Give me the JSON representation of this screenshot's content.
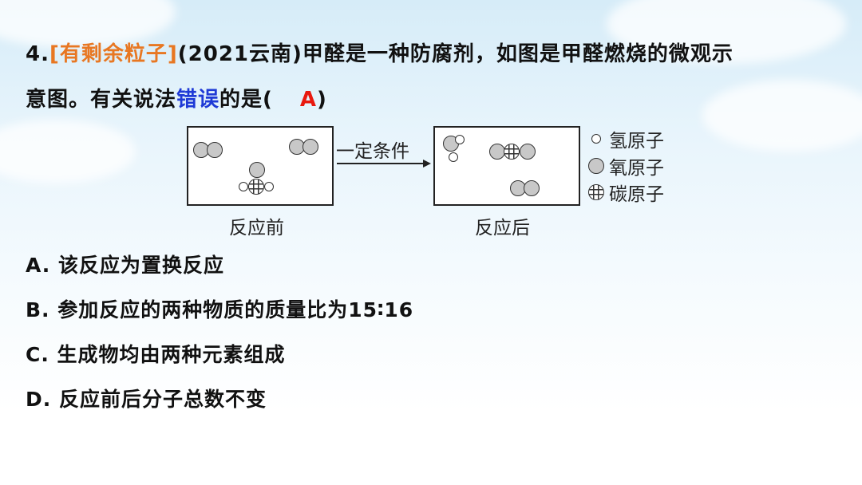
{
  "question": {
    "number": "4.",
    "tag": "[有剩余粒子]",
    "line1_rest": "(2021云南)甲醛是一种防腐剂，如图是甲醛燃烧的微观示",
    "line2_pre": "意图。有关说法",
    "line2_wrong": "错误",
    "line2_post": "的是(",
    "answer": "A",
    "close_paren": ")"
  },
  "diagram": {
    "arrow_label": "一定条件",
    "before_label": "反应前",
    "after_label": "反应后",
    "legend": [
      {
        "icon": "hydrogen-atom-icon",
        "label": "氢原子"
      },
      {
        "icon": "oxygen-atom-icon",
        "label": "氧原子"
      },
      {
        "icon": "carbon-atom-icon",
        "label": "碳原子"
      }
    ]
  },
  "options": [
    "A. 该反应为置换反应",
    "B. 参加反应的两种物质的质量比为15∶16",
    "C. 生成物均由两种元素组成",
    "D. 反应前后分子总数不变"
  ]
}
